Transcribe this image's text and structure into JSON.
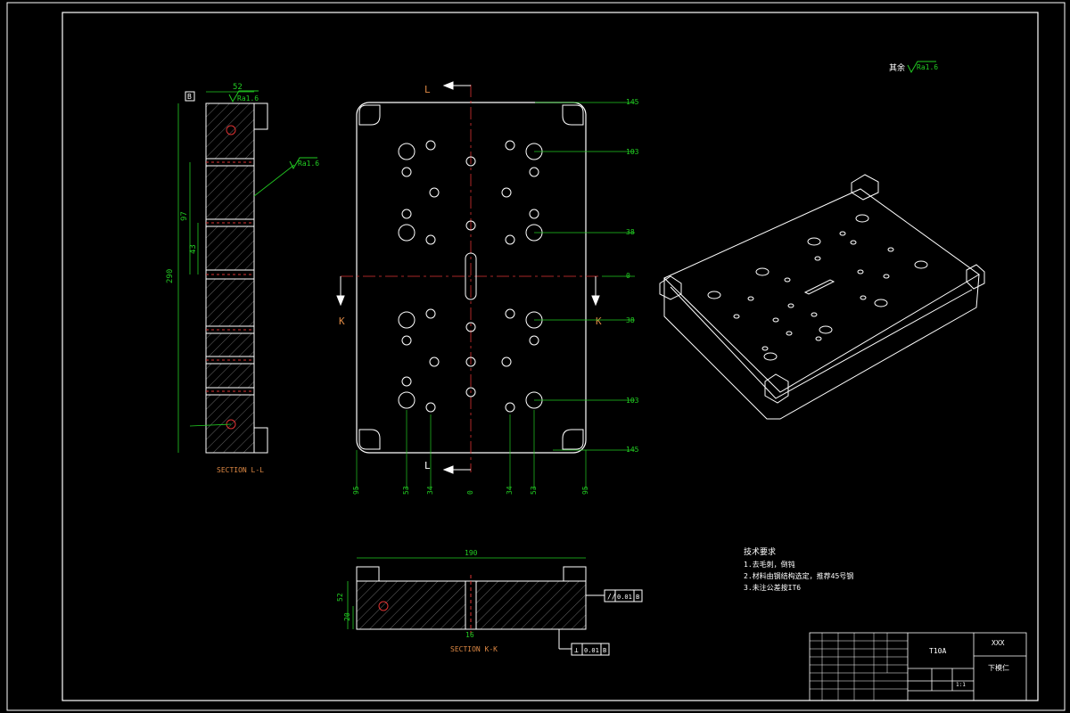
{
  "drawing": {
    "roughness_note": "其余",
    "roughness_symbol": "Ra1.6",
    "side_roughness": "Ra1.6",
    "datum_label": "B",
    "section_ll_label": "SECTION L-L",
    "section_kk_label": "SECTION K-K",
    "cut_label_l": "L",
    "cut_label_k": "K",
    "dims": {
      "side_width": "52",
      "side_height": "290",
      "side_97": "97",
      "side_43": "43",
      "bottom_width": "190",
      "bottom_52": "52",
      "bottom_20": "20",
      "bottom_center": "16"
    },
    "right_ordinates": [
      "145",
      "103",
      "38",
      "0",
      "38",
      "103",
      "145"
    ],
    "bottom_ordinates": [
      "95",
      "53",
      "34",
      "0",
      "34",
      "53",
      "95"
    ],
    "tolerances": {
      "parallel": "0.01",
      "parallel_datum": "B",
      "perpendicular": "0.01",
      "perpendicular_datum": "B"
    },
    "tech_requirements": {
      "title": "技术要求",
      "items": [
        "1.去毛刺，倒钝",
        "2.材料由钢结构选定，推荐45号钢",
        "3.未注公差按IT6"
      ]
    },
    "title_block": {
      "drawing_no": "XXX",
      "part_name": "下模仁",
      "material": "T10A",
      "scale": "1:1"
    }
  }
}
